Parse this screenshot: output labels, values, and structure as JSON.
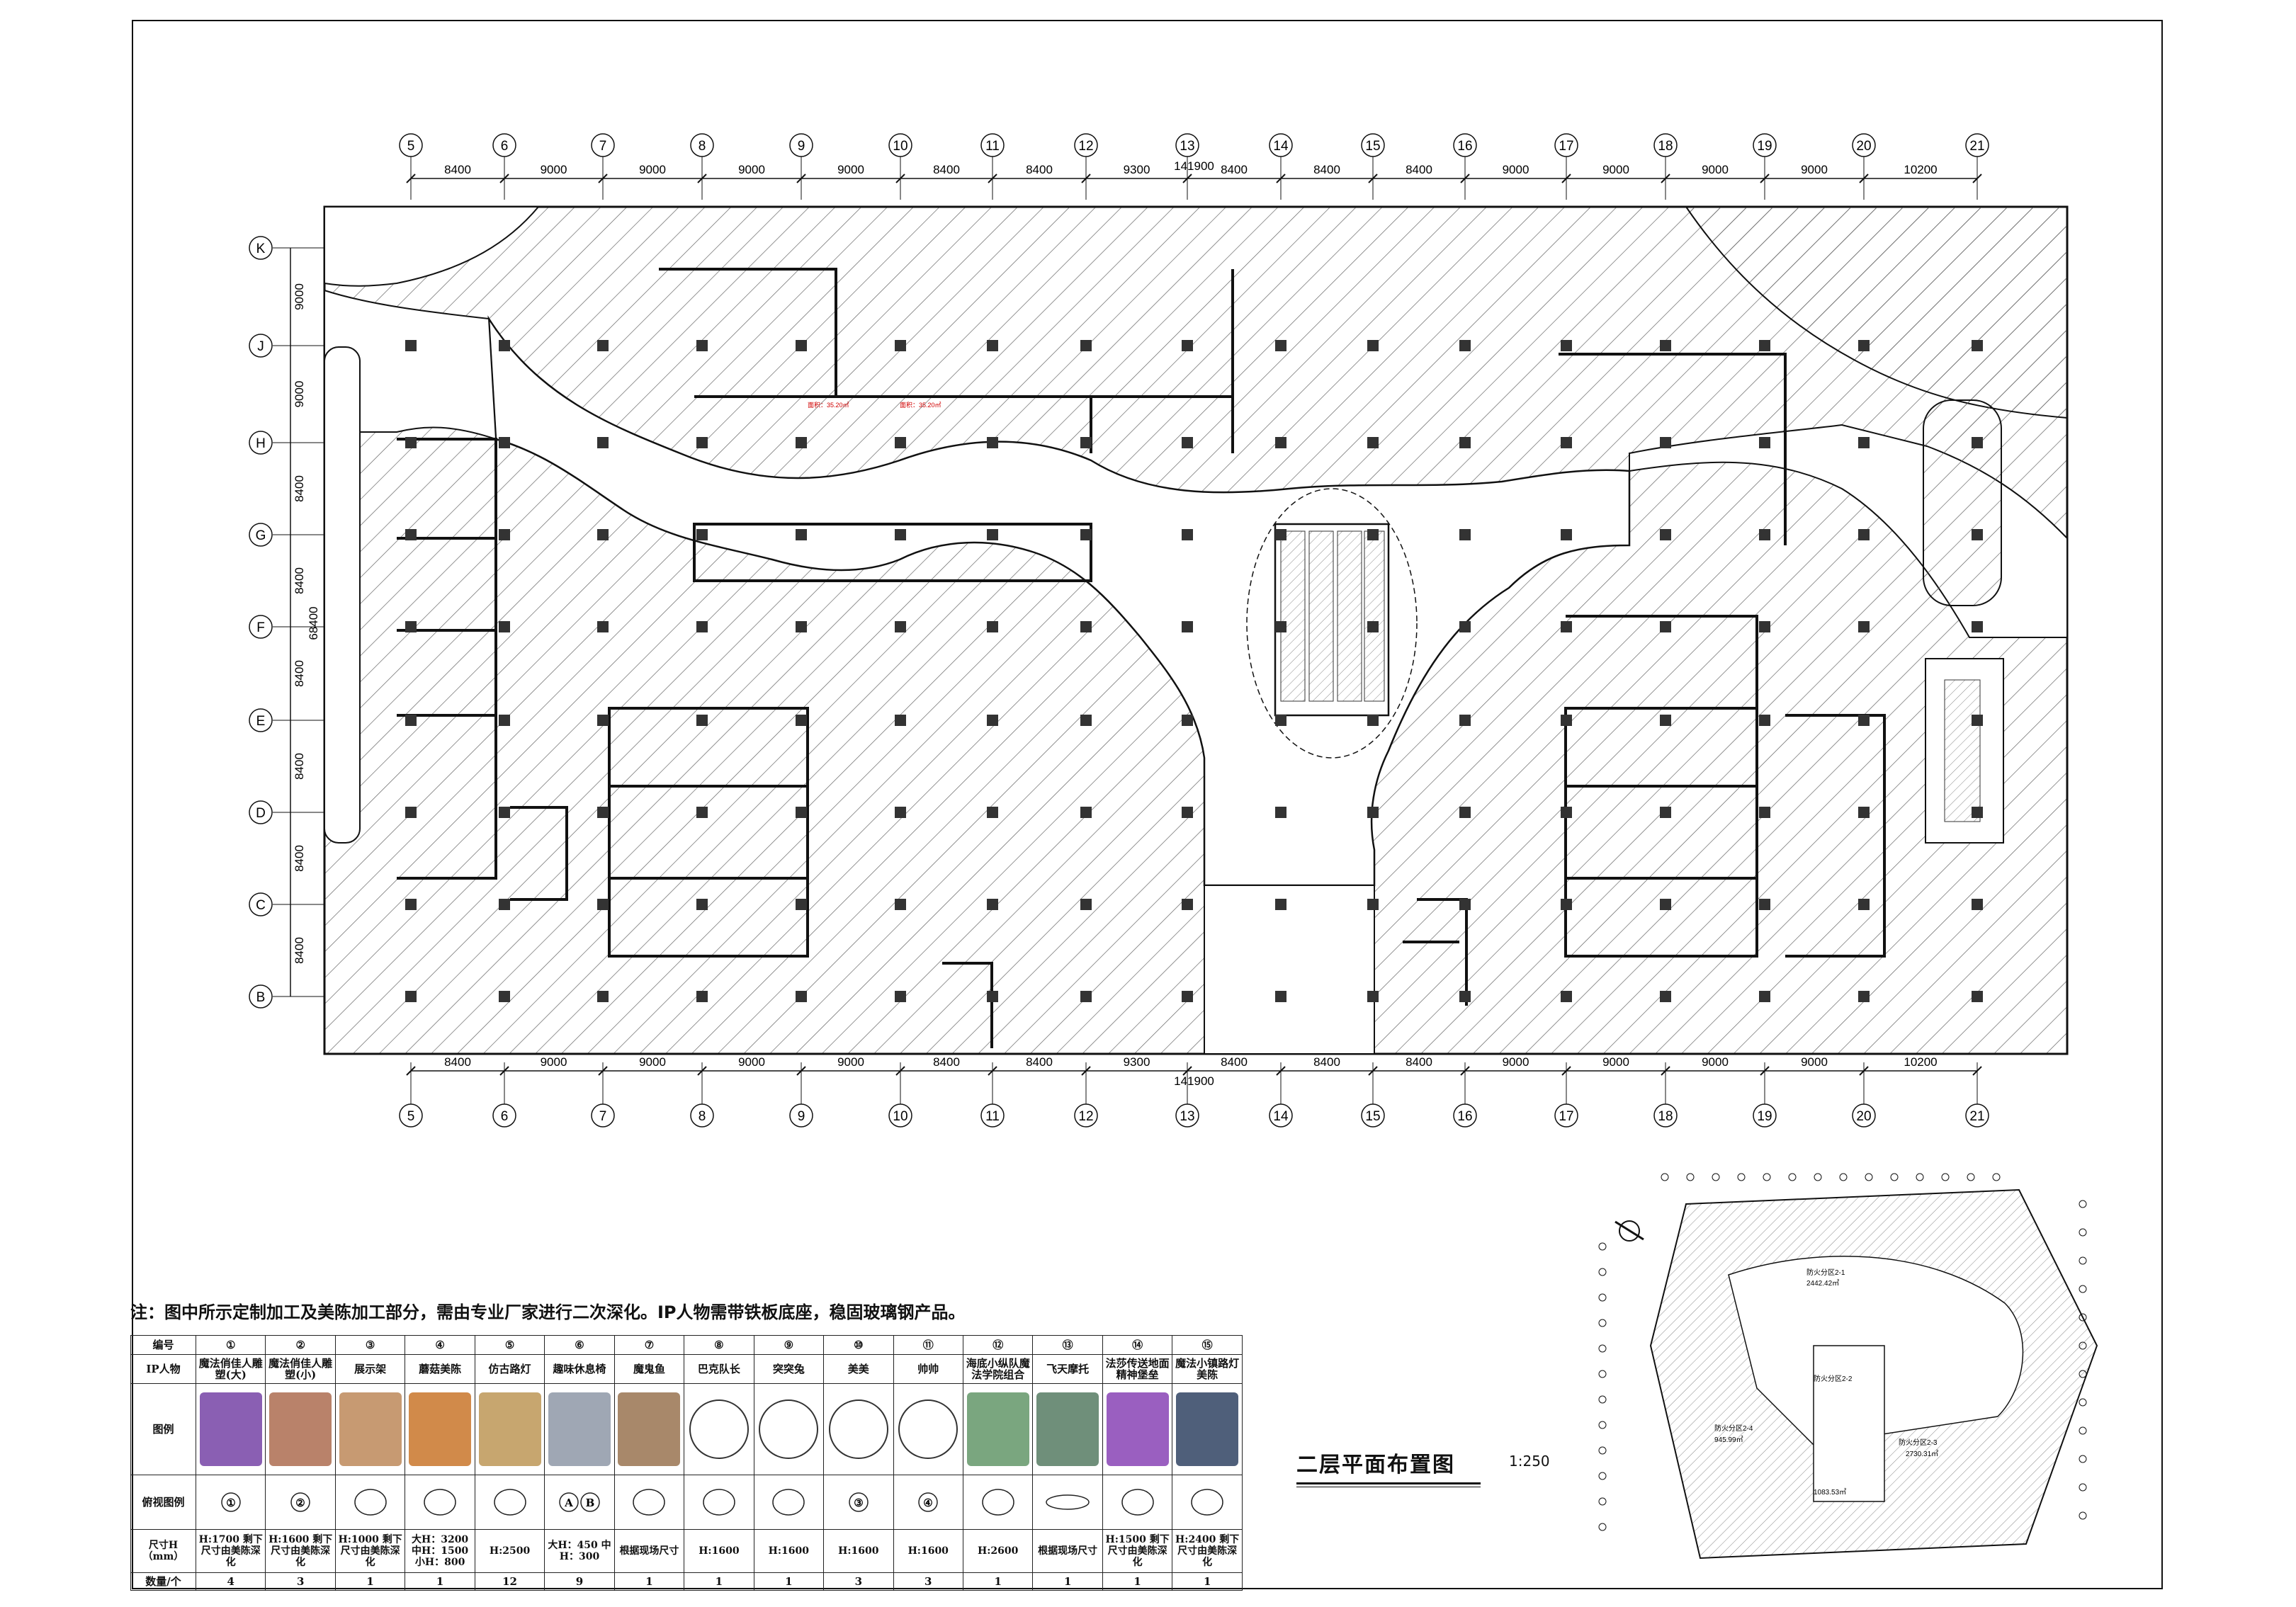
{
  "drawing": {
    "title": "二层平面布置图",
    "scale": "1:250",
    "note": "注：图中所示定制加工及美陈加工部分，需由专业厂家进行二次深化。IP人物需带铁板底座，稳固玻璃钢产品。"
  },
  "grid": {
    "columns": [
      "5",
      "6",
      "7",
      "8",
      "9",
      "10",
      "11",
      "12",
      "13",
      "14",
      "15",
      "16",
      "17",
      "18",
      "19",
      "20",
      "21"
    ],
    "column_spacings": [
      "8400",
      "9000",
      "9000",
      "9000",
      "9000",
      "8400",
      "8400",
      "9300",
      "8400",
      "8400",
      "8400",
      "9000",
      "9000",
      "9000",
      "9000",
      "10200"
    ],
    "total_width": "141900",
    "rows": [
      "K",
      "J",
      "H",
      "G",
      "F",
      "E",
      "D",
      "C",
      "B"
    ],
    "row_spacings": [
      "9000",
      "9000",
      "8400",
      "8400",
      "8400",
      "8400",
      "8400",
      "8400"
    ],
    "total_height": "68400"
  },
  "legend": {
    "header_no": "编号",
    "header_name": "IP人物",
    "header_image": "图例",
    "header_plan": "俯视图例",
    "header_size": "尺寸H（mm）",
    "header_qty": "数量/个",
    "items": [
      {
        "no": "①",
        "name": "魔法俏佳人雕塑(大)",
        "size": "H:1700 剩下尺寸由美陈深化",
        "qty": "4",
        "plan": "①",
        "pic_color": "#8a5fb3"
      },
      {
        "no": "②",
        "name": "魔法俏佳人雕塑(小)",
        "size": "H:1600 剩下尺寸由美陈深化",
        "qty": "3",
        "plan": "②",
        "pic_color": "#b9826a"
      },
      {
        "no": "③",
        "name": "展示架",
        "size": "H:1000 剩下尺寸由美陈深化",
        "qty": "1",
        "plan": "",
        "pic_color": "#c79a72"
      },
      {
        "no": "④",
        "name": "蘑菇美陈",
        "size": "大H：3200 中H：1500 小H：800",
        "qty": "1",
        "plan": "",
        "pic_color": "#d18a4a"
      },
      {
        "no": "⑤",
        "name": "仿古路灯",
        "size": "H:2500",
        "qty": "12",
        "plan": "",
        "pic_color": "#c7a66f"
      },
      {
        "no": "⑥",
        "name": "趣味休息椅",
        "size": "大H：450 中H：300",
        "qty": "9",
        "plan": "A B",
        "pic_color": "#9fa7b4"
      },
      {
        "no": "⑦",
        "name": "魔鬼鱼",
        "size": "根据现场尺寸",
        "qty": "1",
        "plan": "",
        "pic_color": "#a8886a"
      },
      {
        "no": "⑧",
        "name": "巴克队长",
        "size": "H:1600",
        "qty": "1",
        "plan": "",
        "pic_color": "#ffffff"
      },
      {
        "no": "⑨",
        "name": "突突兔",
        "size": "H:1600",
        "qty": "1",
        "plan": "",
        "pic_color": "#ffffff"
      },
      {
        "no": "⑩",
        "name": "美美",
        "size": "H:1600",
        "qty": "3",
        "plan": "③",
        "pic_color": "#ffffff"
      },
      {
        "no": "⑪",
        "name": "帅帅",
        "size": "H:1600",
        "qty": "3",
        "plan": "④",
        "pic_color": "#ffffff"
      },
      {
        "no": "⑫",
        "name": "海底小纵队魔法学院组合",
        "size": "H:2600",
        "qty": "1",
        "plan": "",
        "pic_color": "#7aa67f"
      },
      {
        "no": "⑬",
        "name": "飞天摩托",
        "size": "根据现场尺寸",
        "qty": "1",
        "plan": "",
        "pic_color": "#6f8f7a"
      },
      {
        "no": "⑭",
        "name": "法莎传送地面精神堡垒",
        "size": "H:1500 剩下尺寸由美陈深化",
        "qty": "1",
        "plan": "",
        "pic_color": "#9a5fc0"
      },
      {
        "no": "⑮",
        "name": "魔法小镇路灯美陈",
        "size": "H:2400 剩下尺寸由美陈深化",
        "qty": "1",
        "plan": "",
        "pic_color": "#4f5f7a"
      }
    ]
  },
  "zones": [
    {
      "label": "面积：35.20㎡"
    },
    {
      "label": "面积：35.20㎡"
    }
  ],
  "site_plan": {
    "areas": [
      "防火分区2-1",
      "防火分区2-2",
      "防火分区2-3",
      "防火分区2-4"
    ],
    "area_values": [
      "2442.42㎡",
      "2730.31㎡",
      "1083.53㎡",
      "945.99㎡"
    ]
  }
}
